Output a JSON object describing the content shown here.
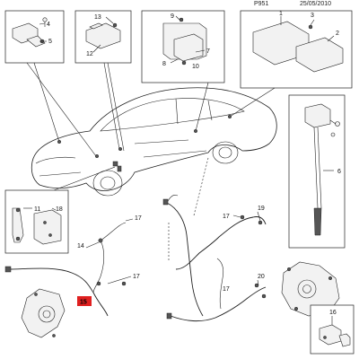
{
  "header": {
    "code": "P951",
    "date": "25/05/2010"
  },
  "callouts": {
    "c1": "1",
    "c2": "2",
    "c3": "3",
    "c4": "4",
    "c5": "5",
    "c6": "6",
    "c7": "7",
    "c8": "8",
    "c9": "9",
    "c10": "10",
    "c11": "11",
    "c12": "12",
    "c13": "13",
    "c14": "14",
    "c15": "15",
    "c16": "16",
    "c17a": "17",
    "c17b": "17",
    "c17c": "17",
    "c17d": "17",
    "c18": "18",
    "c19": "19",
    "c20": "20"
  },
  "highlight_color": "#e02020"
}
